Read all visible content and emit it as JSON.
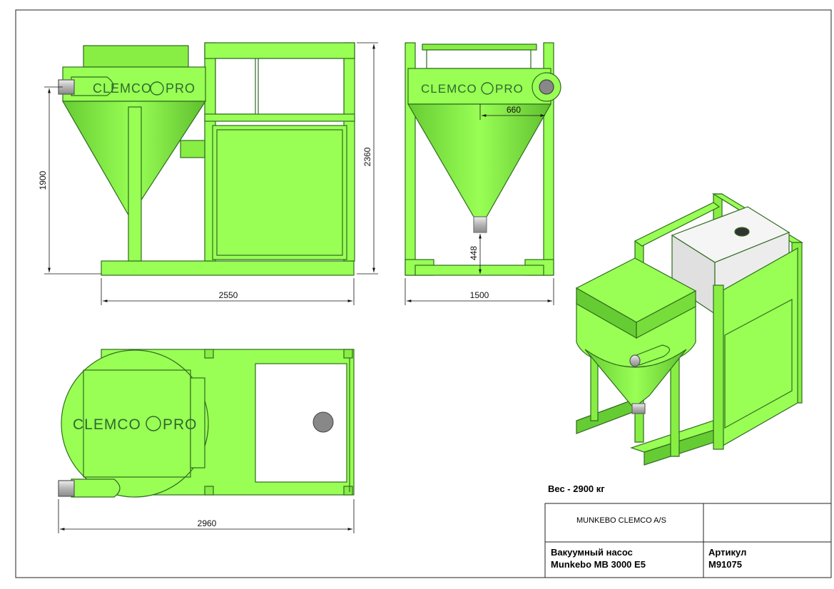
{
  "brand": {
    "logo_left": "CLEMCO",
    "logo_right": "PRO"
  },
  "dimensions": {
    "height_hopper": "1900",
    "height_total": "2360",
    "length_side": "2550",
    "width_front": "1500",
    "offset_outlet": "660",
    "outlet_clearance": "448",
    "length_top": "2960"
  },
  "weight_label": "Вес - 2900 кг",
  "title_block": {
    "company": "MUNKEBO CLEMCO A/S",
    "title_line1": "Вакуумный насос",
    "title_line2": "Munkebo MB 3000 E5",
    "article_label": "Артикул",
    "article_value": "M91075"
  },
  "colors": {
    "body": "#99ff55",
    "shade": "#66cc33",
    "outline": "#2f6b1f",
    "steel": "#c8c8c8",
    "white_tank": "#f2f2f2"
  }
}
